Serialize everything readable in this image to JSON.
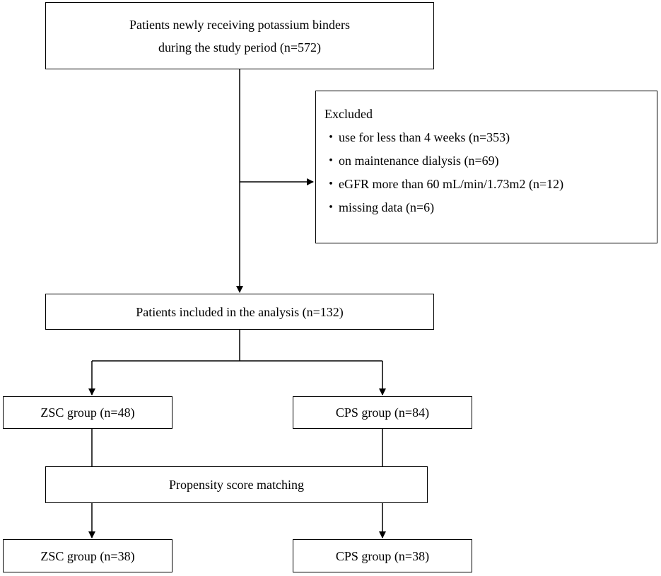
{
  "start": {
    "line1": "Patients newly receiving potassium binders",
    "line2": "during the study period (n=572)"
  },
  "excluded": {
    "title": "Excluded",
    "items": [
      "use for less than 4 weeks (n=353)",
      "on maintenance dialysis (n=69)",
      "eGFR more than 60 mL/min/1.73m2 (n=12)",
      "missing data (n=6)"
    ]
  },
  "included": "Patients included in the analysis (n=132)",
  "groups": {
    "zsc": "ZSC group (n=48)",
    "cps": "CPS group (n=84)"
  },
  "matching": "Propensity score matching",
  "matched": {
    "zsc": "ZSC group (n=38)",
    "cps": "CPS group (n=38)"
  }
}
